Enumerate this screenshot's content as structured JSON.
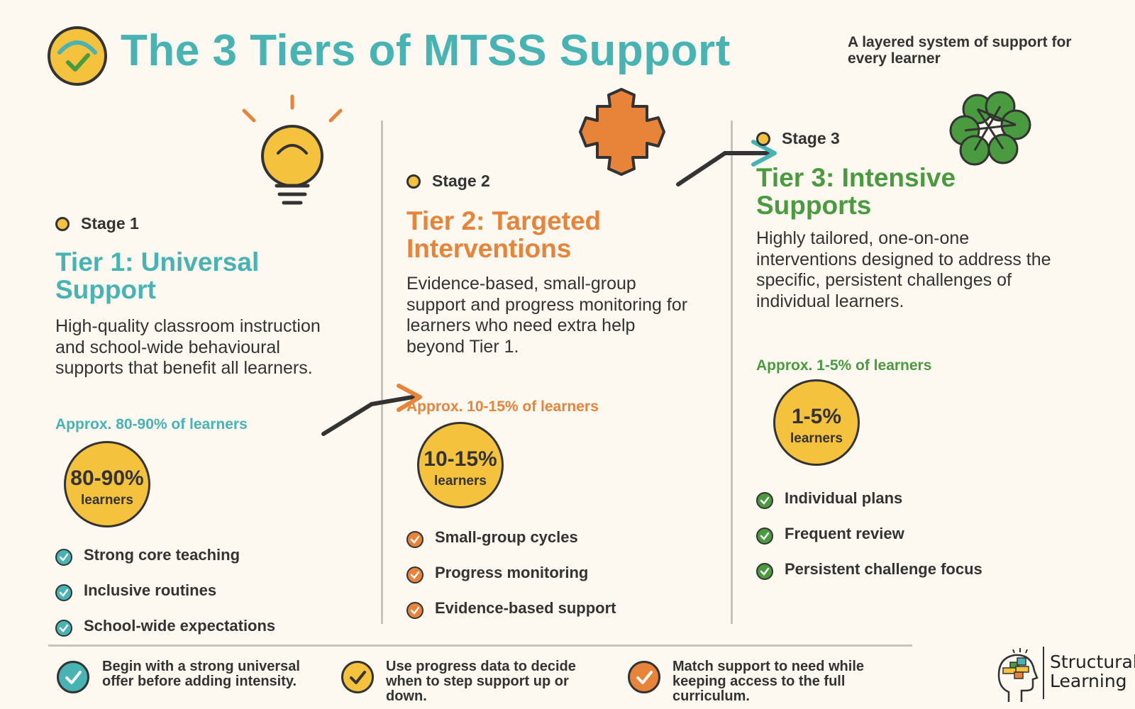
{
  "header": {
    "title": "The 3 Tiers of MTSS Support",
    "subtitle": "A layered system of support for every learner"
  },
  "colors": {
    "teal": "#48b3b3",
    "orange": "#e8833a",
    "green": "#4a9a3f",
    "yellow": "#f4c23c",
    "background": "#fdf8f0"
  },
  "tiers": [
    {
      "stage": "Stage 1",
      "title": "Tier 1: Universal Support",
      "description": "High-quality classroom instruction and school-wide behavioural supports that benefit all learners.",
      "approx": "Approx. 80-90% of learners",
      "badge_pct": "80-90%",
      "badge_label": "learners",
      "items": [
        "Strong core teaching",
        "Inclusive routines",
        "School-wide expectations"
      ],
      "icon": "lightbulb-icon"
    },
    {
      "stage": "Stage 2",
      "title": "Tier 2: Targeted Interventions",
      "description": "Evidence-based, small-group support and progress monitoring for learners who need extra help beyond Tier 1.",
      "approx": "Approx. 10-15% of learners",
      "badge_pct": "10-15%",
      "badge_label": "learners",
      "items": [
        "Small-group cycles",
        "Progress monitoring",
        "Evidence-based support"
      ],
      "icon": "puzzle-icon"
    },
    {
      "stage": "Stage 3",
      "title": "Tier 3: Intensive Supports",
      "description": "Highly tailored, one-on-one interventions designed to address the specific, persistent challenges of individual learners.",
      "approx": "Approx. 1-5% of learners",
      "badge_pct": "1-5%",
      "badge_label": "learners",
      "items": [
        "Individual plans",
        "Frequent review",
        "Persistent challenge focus"
      ],
      "icon": "network-icon"
    }
  ],
  "footer": {
    "tips": [
      "Begin with a strong universal offer before adding intensity.",
      "Use progress data to decide when to step support up or down.",
      "Match support to need while keeping access to the full curriculum."
    ],
    "logo_text": "Structural Learning"
  }
}
